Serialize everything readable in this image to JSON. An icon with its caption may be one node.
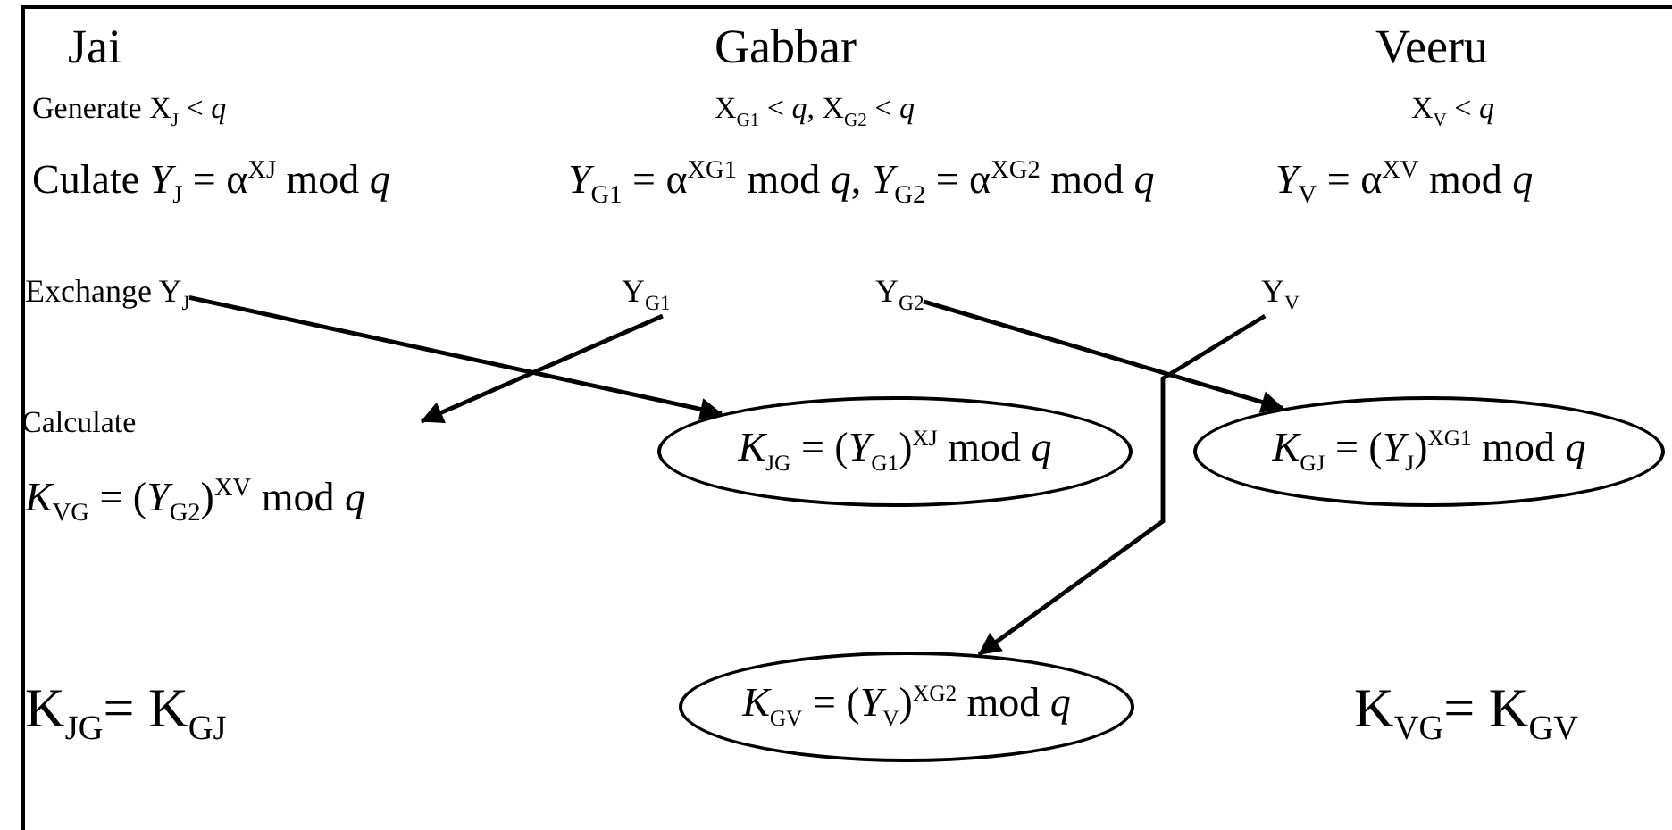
{
  "diagram": {
    "nodes": [
      {
        "text": [
          "Exchange Y$_{J}$"
        ]
      },
      {
        "text": [
          "Y$_{G1}$"
        ]
      },
      {
        "text": [
          "Y$_{G2}$"
        ]
      },
      {
        "text": [
          "Y$_{V}$"
        ]
      },
      {
        "text": [
          "*K*$_{JG}$ = (*Y*$_{G1}$)$^{XJ}$ mod *q*"
        ]
      },
      {
        "text": [
          "*K*$_{GJ}$ = (*Y*$_{J}$)$^{XG1}$ mod *q*"
        ]
      },
      {
        "text": [
          "*K*$_{GV}$ = (*Y*$_{V}$)$^{XG2}$ mod *q*"
        ]
      }
    ],
    "edges": [
      {
        "from": 0,
        "to": 4,
        "arrow": "to"
      },
      {
        "from": 1,
        "to": null,
        "arrow": "to"
      },
      {
        "from": 2,
        "to": 5,
        "arrow": "to"
      },
      {
        "from": 3,
        "to": 6,
        "arrow": "to"
      }
    ],
    "labels": [
      "Jai",
      "Gabbar",
      "Veeru",
      "Generate X$_{J}$ < *q*",
      "X$_{G1}$ < *q*, X$_{G2}$ < *q*",
      "X$_{V}$ < *q*",
      "Culate *Y*$_{J}$ = α$^{XJ}$ mod *q*",
      "*Y*$_{G1}$ = α$^{XG1}$ mod *q*, *Y*$_{G2}$ = α$^{XG2}$ mod *q*",
      "*Y*$_{V}$ = α$^{XV}$ mod *q*",
      "Calculate",
      "*K*$_{VG}$ = (*Y*$_{G2}$)$^{XV}$ mod *q*",
      "K$_{JG}$= K$_{GJ}$",
      "K$_{VG}$= K$_{GV}$"
    ]
  }
}
